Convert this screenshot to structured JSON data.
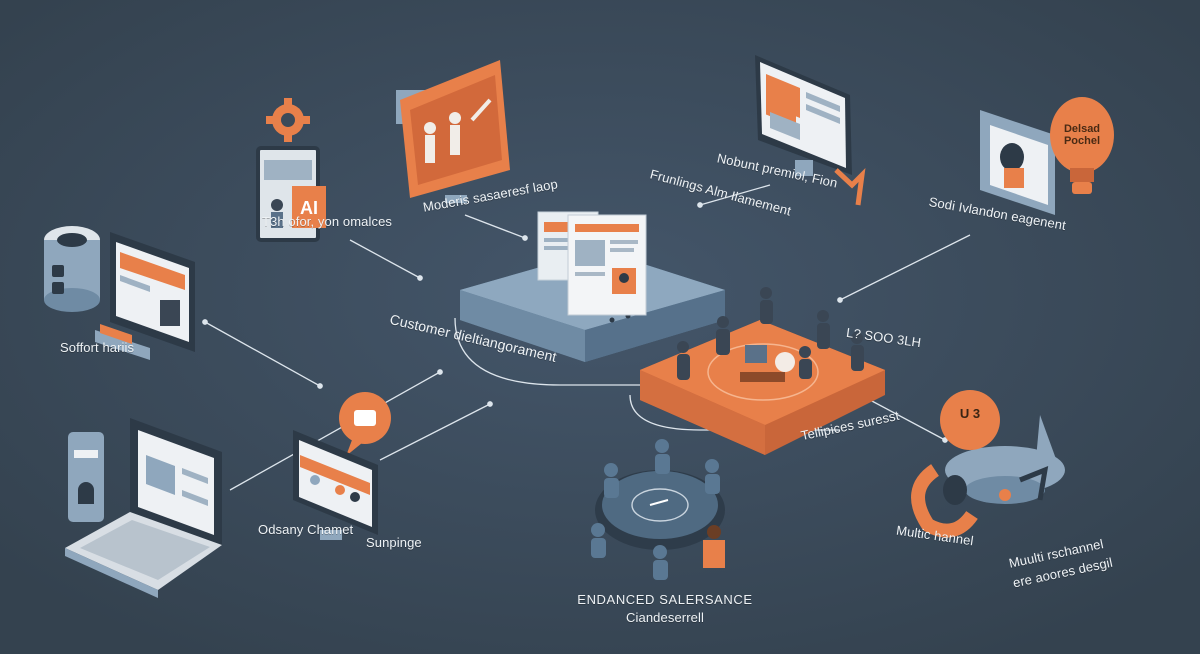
{
  "labels": {
    "tech_for": "T3h ofor, yon omalces",
    "modern_sales_loop": "Moderis sasaeresf laop",
    "funding_alignment": "Frunlings Alm Ilamement",
    "account_profile": "Nobunt premiol, Fion",
    "social_engagement": "Sodi Ivlandon eagenent",
    "software_hub": "Soffort hariis",
    "customer_management": "Customer dieltiangorament",
    "stat_badge": "L? SOO 3LH",
    "telepices": "Tellipices suresst",
    "delivery_channel": "Odsany Chamet",
    "sumpage": "Sunpinge",
    "enhanced_title": "ENDANCED SALERSANCE",
    "enhanced_sub": "Ciandeserrell",
    "multichannel_1": "Multic hannel",
    "multichannel_2a": "Muulti rschannel",
    "multichannel_2b": "ere aoores desgil",
    "bulb_text_1": "Delsad",
    "bulb_text_2": "Pochel",
    "ai_tile": "AI",
    "orange_badge": "U 3"
  },
  "colors": {
    "background": "#3b4a59",
    "orange": "#e8804a",
    "orange_dark": "#c9663a",
    "slate_blue": "#8fa7bd",
    "slate_dark": "#2d3a47",
    "connector": "#dfe6ec"
  },
  "icons": [
    "gear-icon",
    "chat-bubble-icon",
    "lightbulb-icon",
    "lock-icon",
    "person-icon",
    "handshake-icon"
  ]
}
